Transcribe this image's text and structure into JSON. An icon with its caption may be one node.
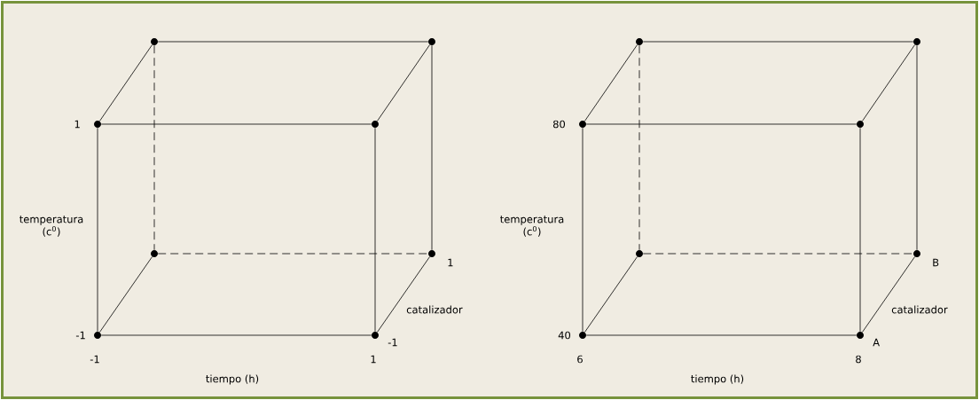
{
  "diagram": {
    "nodes": [
      {
        "text": [],
        "shape": "circle"
      },
      {
        "text": [],
        "shape": "circle"
      },
      {
        "text": [],
        "shape": "circle"
      },
      {
        "text": [],
        "shape": "circle"
      },
      {
        "text": [],
        "shape": "circle"
      },
      {
        "text": [],
        "shape": "circle"
      },
      {
        "text": [],
        "shape": "circle"
      },
      {
        "text": [],
        "shape": "circle"
      },
      {
        "text": [],
        "shape": "circle"
      },
      {
        "text": [],
        "shape": "circle"
      },
      {
        "text": [],
        "shape": "circle"
      },
      {
        "text": [],
        "shape": "circle"
      },
      {
        "text": [],
        "shape": "circle"
      },
      {
        "text": [],
        "shape": "circle"
      },
      {
        "text": [],
        "shape": "circle"
      },
      {
        "text": [],
        "shape": "circle"
      }
    ],
    "edges": [
      {
        "from": 0,
        "to": 1,
        "arrow": "none"
      },
      {
        "from": 0,
        "to": 2,
        "arrow": "none"
      },
      {
        "from": 1,
        "to": 3,
        "arrow": "none"
      },
      {
        "from": 2,
        "to": 3,
        "arrow": "none"
      },
      {
        "from": 0,
        "to": 4,
        "arrow": "none",
        "style": "dashed"
      },
      {
        "from": 1,
        "to": 5,
        "arrow": "none"
      },
      {
        "from": 2,
        "to": 6,
        "arrow": "none"
      },
      {
        "from": 3,
        "to": 7,
        "arrow": "none"
      },
      {
        "from": 4,
        "to": 5,
        "arrow": "none",
        "style": "dashed"
      },
      {
        "from": 4,
        "to": 6,
        "arrow": "none"
      },
      {
        "from": 5,
        "to": 7,
        "arrow": "none"
      },
      {
        "from": 6,
        "to": 7,
        "arrow": "none"
      },
      {
        "from": 8,
        "to": 9,
        "arrow": "none"
      },
      {
        "from": 8,
        "to": 10,
        "arrow": "none"
      },
      {
        "from": 9,
        "to": 11,
        "arrow": "none"
      },
      {
        "from": 10,
        "to": 11,
        "arrow": "none"
      },
      {
        "from": 8,
        "to": 12,
        "arrow": "none",
        "style": "dashed"
      },
      {
        "from": 9,
        "to": 13,
        "arrow": "none"
      },
      {
        "from": 10,
        "to": 14,
        "arrow": "none"
      },
      {
        "from": 11,
        "to": 15,
        "arrow": "none"
      },
      {
        "from": 12,
        "to": 13,
        "arrow": "none",
        "style": "dashed"
      },
      {
        "from": 12,
        "to": 14,
        "arrow": "none"
      },
      {
        "from": 13,
        "to": 15,
        "arrow": "none"
      },
      {
        "from": 14,
        "to": 15,
        "arrow": "none"
      }
    ],
    "labels": [
      "1",
      "temperatura (c$^{0}$)",
      "1",
      "catalizador",
      "-1",
      "-1",
      "-1",
      "1",
      "tiempo (h)",
      "80",
      "temperatura (c$^{0}$)",
      "B",
      "catalizador",
      "40",
      "A",
      "6",
      "8",
      "tiempo (h)"
    ]
  }
}
